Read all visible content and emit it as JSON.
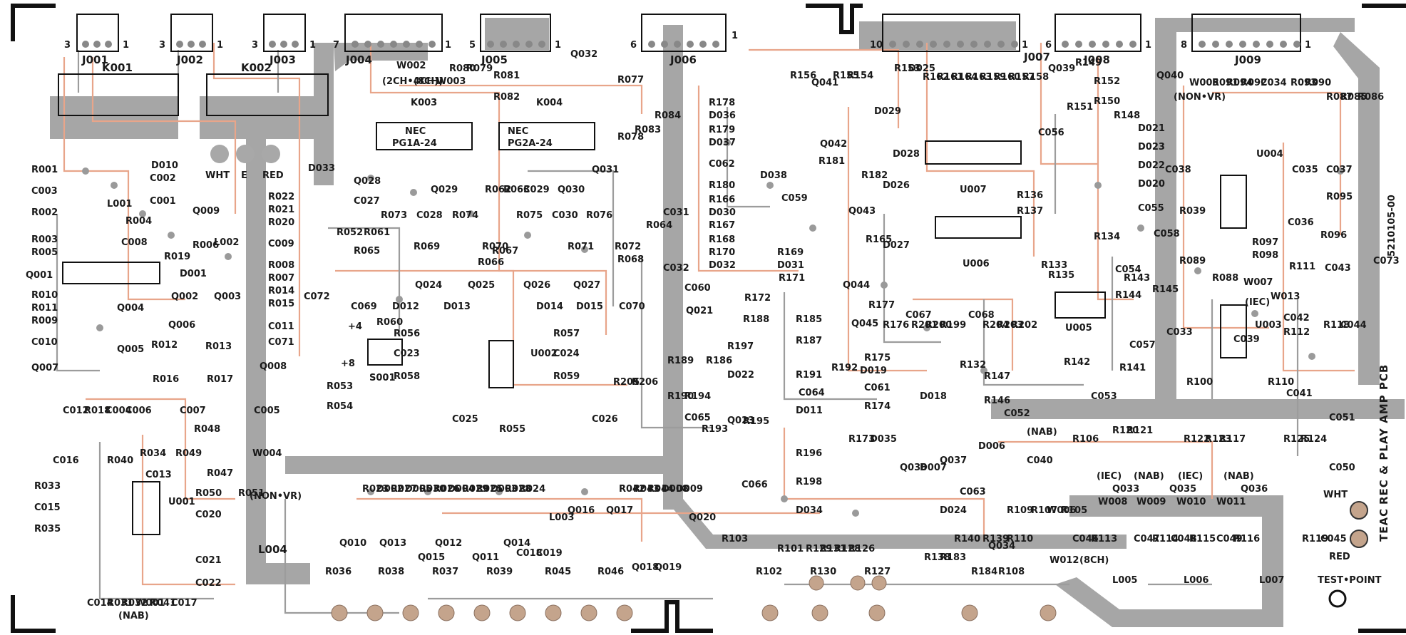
{
  "board": {
    "title": "TEAC",
    "name": "REC & PLAY AMP PCB",
    "part_number": "5210105-00",
    "test_point": "TEST•POINT"
  },
  "connectors": [
    {
      "ref": "J001",
      "pins": "3",
      "last": "1"
    },
    {
      "ref": "J002",
      "pins": "3",
      "last": "1"
    },
    {
      "ref": "J003",
      "pins": "3",
      "last": "1"
    },
    {
      "ref": "J004",
      "pins": "7",
      "last": "1"
    },
    {
      "ref": "J005",
      "pins": "5",
      "last": "1"
    },
    {
      "ref": "J006",
      "pins": "6",
      "last": "1"
    },
    {
      "ref": "J007",
      "pins": "10",
      "last": "1"
    },
    {
      "ref": "J008",
      "pins": "6",
      "last": "1"
    },
    {
      "ref": "J009",
      "pins": "8",
      "last": "1"
    }
  ],
  "relays": {
    "k001": "K001",
    "k002": "K002",
    "k003": "K003",
    "k004": "K004"
  },
  "relay_chips": [
    {
      "maker": "NEC",
      "model": "PG1A-24"
    },
    {
      "maker": "NEC",
      "model": "PG2A-24"
    }
  ],
  "jacks": {
    "wht": "WHT",
    "e": "E",
    "red": "RED",
    "wht2": "WHT",
    "red2": "RED"
  },
  "notes": {
    "ch": "(2CH•4CH)",
    "w002": "W002",
    "w003": "W003",
    "ch8": "(8CH)",
    "nonvr1": "(NON•VR)",
    "nonvr2": "(NON•VR)",
    "nab1": "(NAB)",
    "nab2": "(NAB)",
    "nab3": "(NAB)",
    "nab4": "(NAB)",
    "iec1": "(IEC)",
    "iec2": "(IEC)",
    "iec3": "(IEC)",
    "ch8b": "(8CH)",
    "plus4": "+4",
    "plus8": "+8"
  },
  "left_labels": [
    "R001",
    "C003",
    "R002",
    "R003",
    "R005",
    "Q001",
    "R010",
    "R011",
    "R009",
    "C010",
    "Q007"
  ],
  "labels_a": [
    "D010",
    "C002",
    "L001",
    "C001",
    "R004",
    "C008",
    "R019",
    "Q009",
    "R006",
    "L002",
    "D001",
    "Q002",
    "Q003",
    "Q004",
    "Q005",
    "Q006",
    "R012",
    "R013",
    "R016",
    "R017",
    "C012",
    "R018",
    "C004",
    "C006",
    "C007",
    "R048",
    "C005",
    "R022",
    "R021",
    "R020",
    "C009",
    "R008",
    "R007",
    "R014",
    "R015",
    "C011",
    "C071",
    "Q008",
    "W004",
    "D033"
  ],
  "labels_b": [
    "C016",
    "R040",
    "R034",
    "R049",
    "C013",
    "R047",
    "R033",
    "C015",
    "R035",
    "R050",
    "C020",
    "R051",
    "U001",
    "C021",
    "C022",
    "C014",
    "R031",
    "R032",
    "W001",
    "R041",
    "C017",
    "L004",
    "R036",
    "R038",
    "R037",
    "R039"
  ],
  "labels_c": [
    "R052",
    "Q028",
    "C027",
    "R073",
    "C028",
    "R074",
    "Q029",
    "R062",
    "R063",
    "Q030",
    "C029",
    "R075",
    "C030",
    "R076",
    "R061",
    "R065",
    "R069",
    "R070",
    "R067",
    "R071",
    "R072",
    "R066",
    "C069",
    "D012",
    "D013",
    "Q024",
    "Q025",
    "Q026",
    "Q027",
    "D014",
    "D015",
    "C070",
    "C072",
    "R060",
    "R056",
    "C023",
    "R058",
    "S001",
    "R053",
    "R054",
    "C025",
    "R055",
    "U002",
    "R057",
    "C024",
    "R059",
    "C026",
    "R205",
    "R206",
    "R068",
    "Q031",
    "R064",
    "C031",
    "C032"
  ],
  "labels_d": [
    "R023",
    "D002",
    "R027",
    "D005",
    "R030",
    "R026",
    "D004",
    "R029",
    "R025",
    "D003",
    "R028",
    "R024",
    "Q010",
    "Q013",
    "Q012",
    "Q015",
    "Q011",
    "Q014",
    "R045",
    "R046",
    "L003",
    "C018",
    "C019",
    "Q016",
    "Q017",
    "Q018",
    "Q019",
    "R042",
    "R043",
    "R044",
    "D008",
    "D009",
    "Q020",
    "R103"
  ],
  "labels_e": [
    "R080",
    "R079",
    "R081",
    "R082",
    "Q032",
    "R077",
    "R078",
    "R083",
    "R084",
    "R156",
    "Q041",
    "R155",
    "R154",
    "R178",
    "D036",
    "R179",
    "D037",
    "C062",
    "D038",
    "R181",
    "Q042",
    "C059",
    "Q043",
    "R180",
    "R166",
    "D030",
    "R167",
    "R168",
    "R170",
    "D032",
    "R169",
    "D031",
    "R171",
    "R172",
    "C060",
    "Q044",
    "R188",
    "R185",
    "R187",
    "Q021",
    "R189",
    "R186",
    "R197",
    "R191",
    "R192",
    "C064",
    "R190",
    "R194",
    "D022",
    "D011",
    "C065",
    "Q023",
    "R195",
    "R193",
    "C066",
    "R196",
    "R198",
    "D034",
    "R101",
    "R129",
    "R131",
    "R128",
    "R126",
    "R102",
    "R130",
    "R127"
  ],
  "labels_f": [
    "R153",
    "D025",
    "R162",
    "R161",
    "R164",
    "R163",
    "R159",
    "R160",
    "R157",
    "R158",
    "D029",
    "D028",
    "U007",
    "R182",
    "D026",
    "R165",
    "D027",
    "R136",
    "R137",
    "U006",
    "Q039",
    "R151",
    "R177",
    "C067",
    "R176",
    "R201",
    "R200",
    "R199",
    "C068",
    "R204",
    "R203",
    "R202",
    "Q045",
    "R175",
    "D019",
    "C061",
    "D018",
    "R174",
    "R132",
    "R147",
    "R146",
    "R173",
    "D035",
    "Q037",
    "Q038",
    "D007",
    "D006",
    "C063",
    "D024",
    "R138",
    "R140",
    "R139",
    "R183",
    "R184"
  ],
  "labels_g": [
    "R149",
    "R152",
    "R148",
    "R150",
    "Q040",
    "C056",
    "D021",
    "D023",
    "D022",
    "D020",
    "C055",
    "R133",
    "R135",
    "R134",
    "R144",
    "C054",
    "C058",
    "R143",
    "U005",
    "R142",
    "R145",
    "C057",
    "R141",
    "C052",
    "R106",
    "C053",
    "R120",
    "R121",
    "Q033",
    "Q035",
    "R122",
    "R123",
    "R117",
    "Q036",
    "C040",
    "R107",
    "W006",
    "R105",
    "R109",
    "R110",
    "R108",
    "Q034",
    "W012",
    "C046",
    "R113",
    "C047",
    "R114",
    "C048",
    "R115",
    "C049",
    "R116",
    "W008",
    "W009",
    "W010",
    "W011",
    "L005",
    "L006",
    "L007",
    "R119",
    "C045"
  ],
  "labels_h": [
    "W005",
    "R091",
    "R094",
    "R092",
    "C034",
    "R093",
    "R090",
    "R087",
    "R085",
    "R086",
    "C038",
    "U004",
    "C035",
    "C037",
    "R095",
    "C036",
    "R096",
    "R039",
    "R089",
    "R097",
    "R098",
    "R088",
    "W007",
    "R111",
    "C043",
    "C073",
    "C042",
    "W013",
    "R112",
    "R118",
    "C044",
    "U003",
    "C039",
    "R100",
    "C033",
    "C041",
    "R110",
    "C051",
    "R125",
    "R124",
    "C050"
  ]
}
